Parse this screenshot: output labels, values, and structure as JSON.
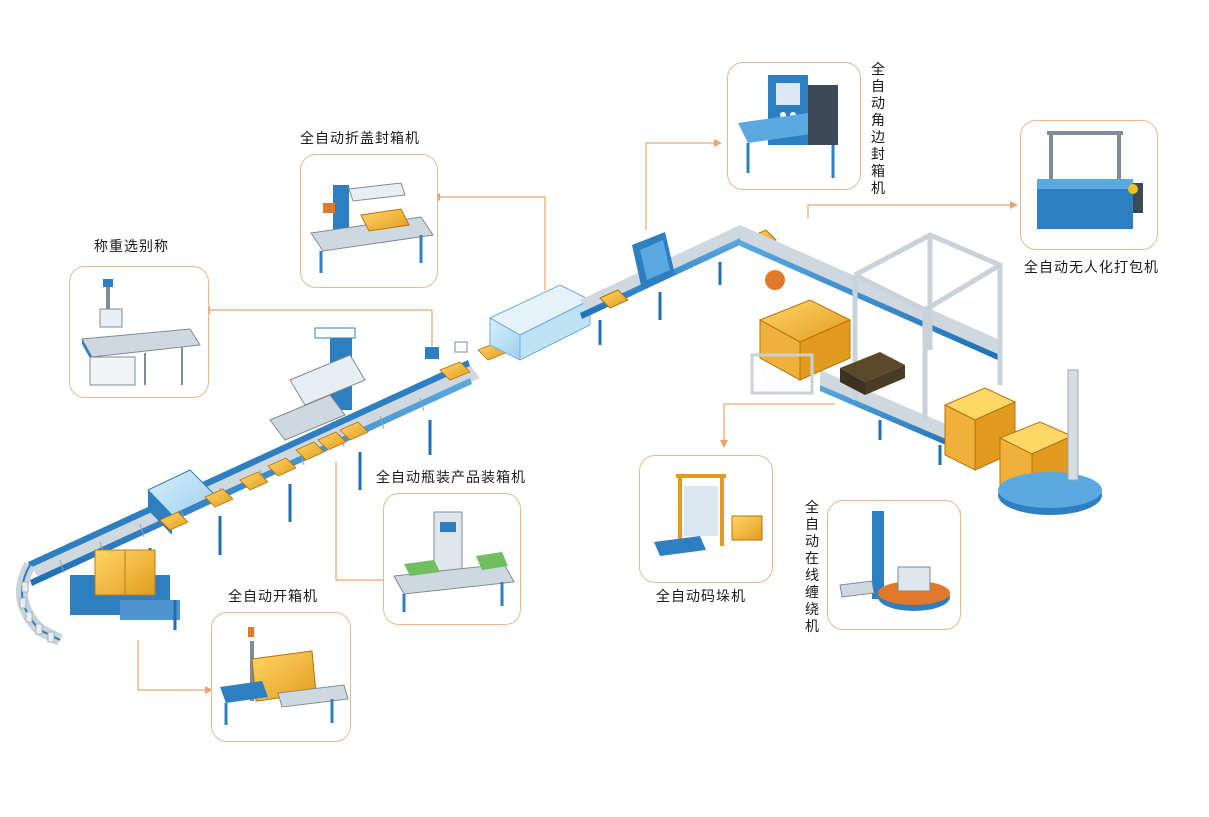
{
  "diagram": {
    "labels": {
      "checkweigher": "称重选别称",
      "flap_sealer": "全自动折盖封箱机",
      "corner_sealer": "全自动角边封箱机",
      "strapping": "全自动无人化打包机",
      "bottle_packer": "全自动瓶装产品装箱机",
      "palletizer": "全自动码垛机",
      "wrapper": "全自动在线缠绕机",
      "erector": "全自动开箱机"
    }
  }
}
